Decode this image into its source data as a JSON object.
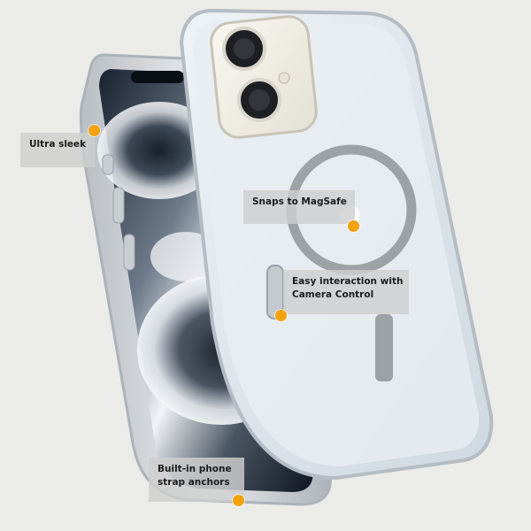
{
  "accent_color": "#f2a20c",
  "callouts": {
    "ultra_sleek": {
      "lines": [
        "Ultra sleek"
      ]
    },
    "magsafe": {
      "lines": [
        "Snaps to MagSafe"
      ]
    },
    "camera_control": {
      "lines": [
        "Easy interaction with",
        "Camera Control"
      ]
    },
    "strap_anchors": {
      "lines": [
        "Built-in phone",
        "strap anchors"
      ]
    }
  }
}
